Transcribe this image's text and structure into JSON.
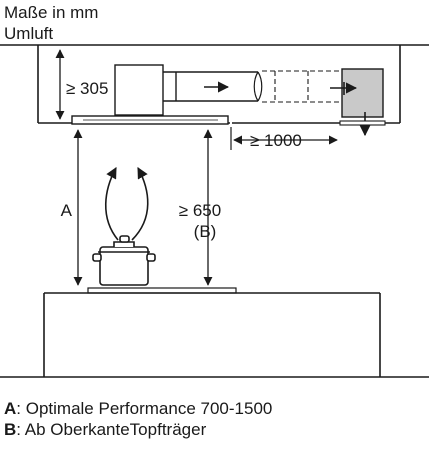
{
  "header": {
    "units_label": "Maße in mm",
    "mode_label": "Umluft"
  },
  "dimensions": {
    "ceiling_gap": "≥ 305",
    "duct_distance": "≥ 1000",
    "hob_clearance": "≥ 650",
    "hob_clearance_ref": "(B)",
    "performance_ref": "A"
  },
  "legend": {
    "a_key": "A",
    "a_text": ": Optimale Performance 700-1500",
    "b_key": "B",
    "b_text": ": Ab OberkanteTopfträger"
  }
}
